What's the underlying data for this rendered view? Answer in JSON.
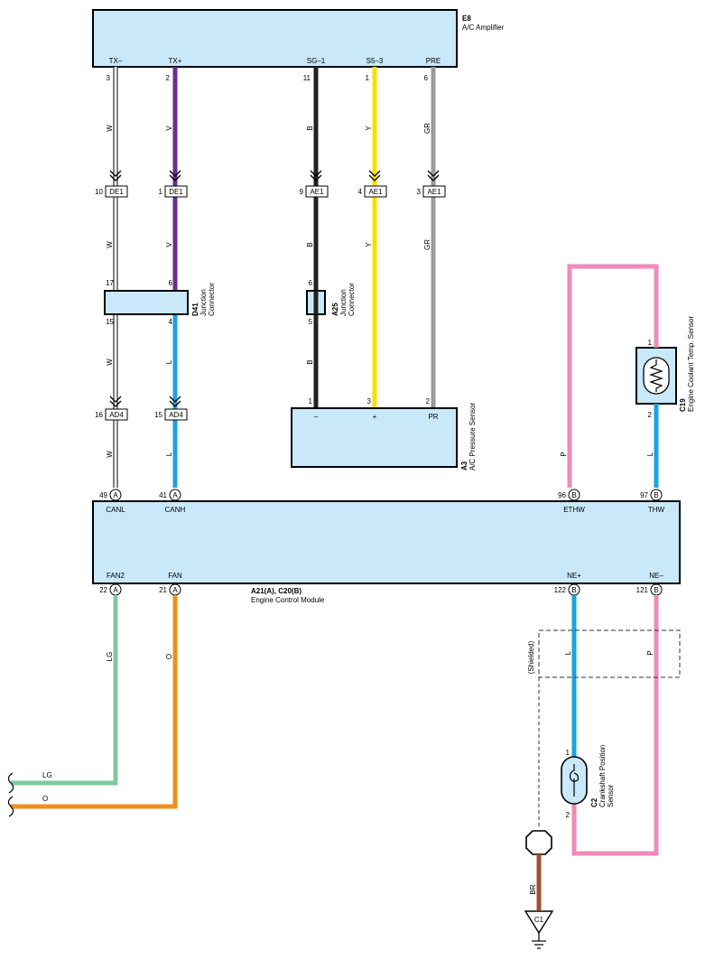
{
  "colors": {
    "box_fill": "#c9e9fa",
    "W": "#ffffff",
    "V": "#6a2d91",
    "B": "#222222",
    "Y": "#f5e000",
    "GR": "#9a9a9a",
    "L": "#1aa3e0",
    "P": "#f08ab8",
    "LG": "#7fc8a0",
    "O": "#f0901c",
    "BR": "#a24f2c"
  },
  "ac_amplifier": {
    "code": "E8",
    "name": "A/C Amplifier",
    "terms": [
      "TX–",
      "TX+",
      "SG–1",
      "S5–3",
      "PRE"
    ],
    "pins": [
      "3",
      "2",
      "11",
      "1",
      "6"
    ]
  },
  "wires": {
    "tx_minus": "W",
    "tx_plus": "V",
    "sg1": "B",
    "s53": "Y",
    "pre": "GR",
    "canl": "W",
    "canh": "L",
    "ethw": "P",
    "thw": "L",
    "fan2": "LG",
    "fan": "O",
    "ne_plus": "L",
    "ne_minus": "P",
    "ground": "BR"
  },
  "connectors": {
    "de1": {
      "name": "DE1",
      "pin_a": "10",
      "pin_b": "1"
    },
    "ae1": {
      "name": "AE1",
      "pin_a": "9",
      "pin_b": "4",
      "pin_c": "3"
    },
    "ad4": {
      "name": "AD4",
      "pin_a": "16",
      "pin_b": "15"
    }
  },
  "junction_d41": {
    "code": "D41",
    "line1": "Junction",
    "line2": "Connector",
    "pins": [
      "17",
      "6",
      "15",
      "4"
    ]
  },
  "junction_a25": {
    "code": "A25",
    "line1": "Junction",
    "line2": "Connector",
    "pins": [
      "6",
      "5"
    ]
  },
  "pressure_sensor": {
    "code": "A3",
    "name": "A/C Pressure Sensor",
    "terms": [
      "–",
      "+",
      "PR"
    ],
    "pins": [
      "1",
      "3",
      "2"
    ]
  },
  "coolant_sensor": {
    "code": "C19",
    "name": "Engine Coolant Temp.  Sensor",
    "pins": [
      "1",
      "2"
    ]
  },
  "ecm": {
    "code": "A21(A), C20(B)",
    "name": "Engine Control Module",
    "top_terms": [
      "CANL",
      "CANH",
      "ETHW",
      "THW"
    ],
    "top_pins": [
      "49",
      "41",
      "96",
      "97"
    ],
    "top_sides": [
      "A",
      "A",
      "B",
      "B"
    ],
    "bottom_terms": [
      "FAN2",
      "FAN",
      "NE+",
      "NE–"
    ],
    "bottom_pins": [
      "22",
      "21",
      "122",
      "121"
    ],
    "bottom_sides": [
      "A",
      "A",
      "B",
      "B"
    ]
  },
  "crank_sensor": {
    "code": "C2",
    "line1": "Crankshaft Position",
    "line2": "Sensor",
    "pins": [
      "1",
      "2"
    ]
  },
  "shielded": "(Shielded)",
  "ground": "C1",
  "outputs": {
    "lg": "LG",
    "o": "O"
  }
}
